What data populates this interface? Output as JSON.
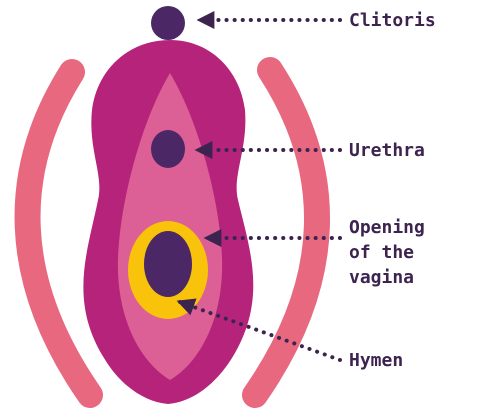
{
  "labels": {
    "clitoris": "Clitoris",
    "urethra": "Urethra",
    "opening_line1": "Opening",
    "opening_line2": "of the",
    "opening_line3": "vagina",
    "hymen": "Hymen"
  },
  "colors": {
    "outer_lips": "#e8697f",
    "body": "#b5247a",
    "inner_area": "#dc5f96",
    "dark_features": "#4b2765",
    "hymen_ring": "#f8c30a",
    "label_text": "#3d2450",
    "pointer": "#3d2450"
  }
}
